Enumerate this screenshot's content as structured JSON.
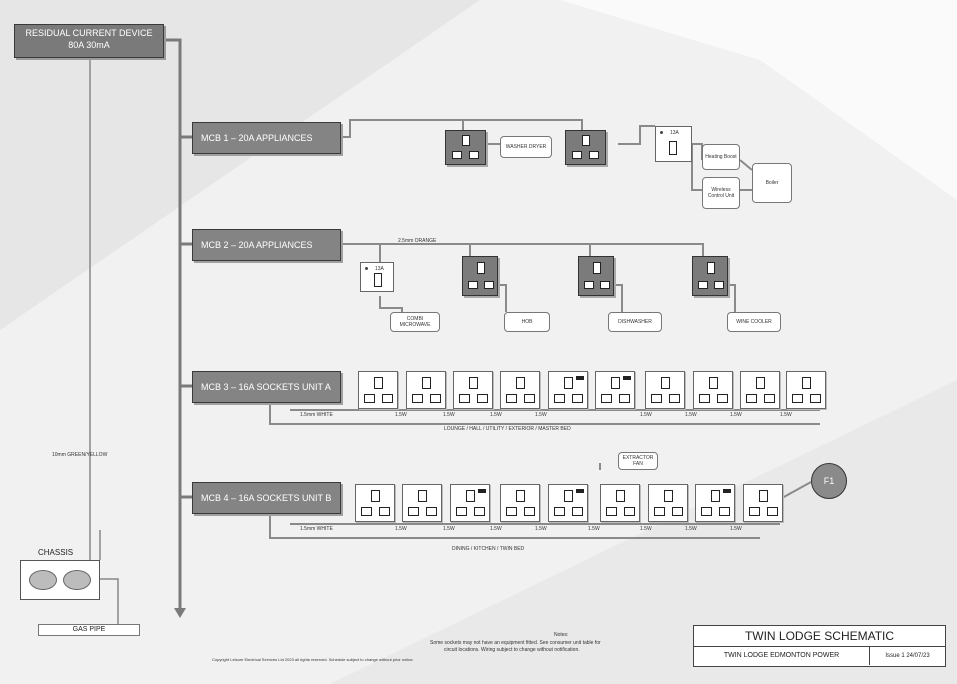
{
  "rcd": {
    "line1": "RESIDUAL CURRENT DEVICE",
    "line2": "80A 30mA"
  },
  "mcbs": [
    {
      "label": "MCB 1 – 20A APPLIANCES"
    },
    {
      "label": "MCB 2 – 20A APPLIANCES"
    },
    {
      "label": "MCB 3 – 16A SOCKETS UNIT A"
    },
    {
      "label": "MCB 4 – 16A SOCKETS UNIT B"
    }
  ],
  "mcb1": {
    "tag1": "WASHER DRYER",
    "spur": {
      "symbol": "13A"
    },
    "tag_heating": "Heating Boost",
    "tag_wireless": "Wireless Control Unit",
    "tag_boiler": "Boiler"
  },
  "mcb2": {
    "cable": "2.5mm ORANGE",
    "spur": {
      "symbol": "13A"
    },
    "tags": [
      "COMBI MICROWAVE",
      "HOB",
      "DISHWASHER",
      "WINE COOLER"
    ]
  },
  "mcb3": {
    "cable": "1.5mm WHITE",
    "seg": "1.5W",
    "room": "LOUNGE / HALL / UTILITY / EXTERIOR / MASTER BED"
  },
  "mcb4": {
    "cable": "1.5mm WHITE",
    "seg": "1.5W",
    "room": "DINING / KITCHEN / TWIN BED",
    "spur_tag": "EXTRACTOR FAN",
    "f1": "F1"
  },
  "earth_label": "10mm GREEN/YELLOW",
  "chassis": "CHASSIS",
  "gas_pipe": "GAS PIPE",
  "notes": {
    "head": "Notes:",
    "line1": "Some sockets may not have an equipment fitted. See consumer unit table for",
    "line2": "circuit locations. Wiring subject to change without notification."
  },
  "copyright": "Copyright Leisure Electrical Services Ltd 2023 all rights reserved. Schedule subject to change without prior notice.",
  "title_block": {
    "title": "TWIN LODGE SCHEMATIC",
    "sub": "TWIN LODGE EDMONTON POWER",
    "date": "Issue 1 24/07/23"
  },
  "colors": {
    "box": "#848484",
    "socket_dark": "#7b7b7b",
    "line": "#777777"
  }
}
